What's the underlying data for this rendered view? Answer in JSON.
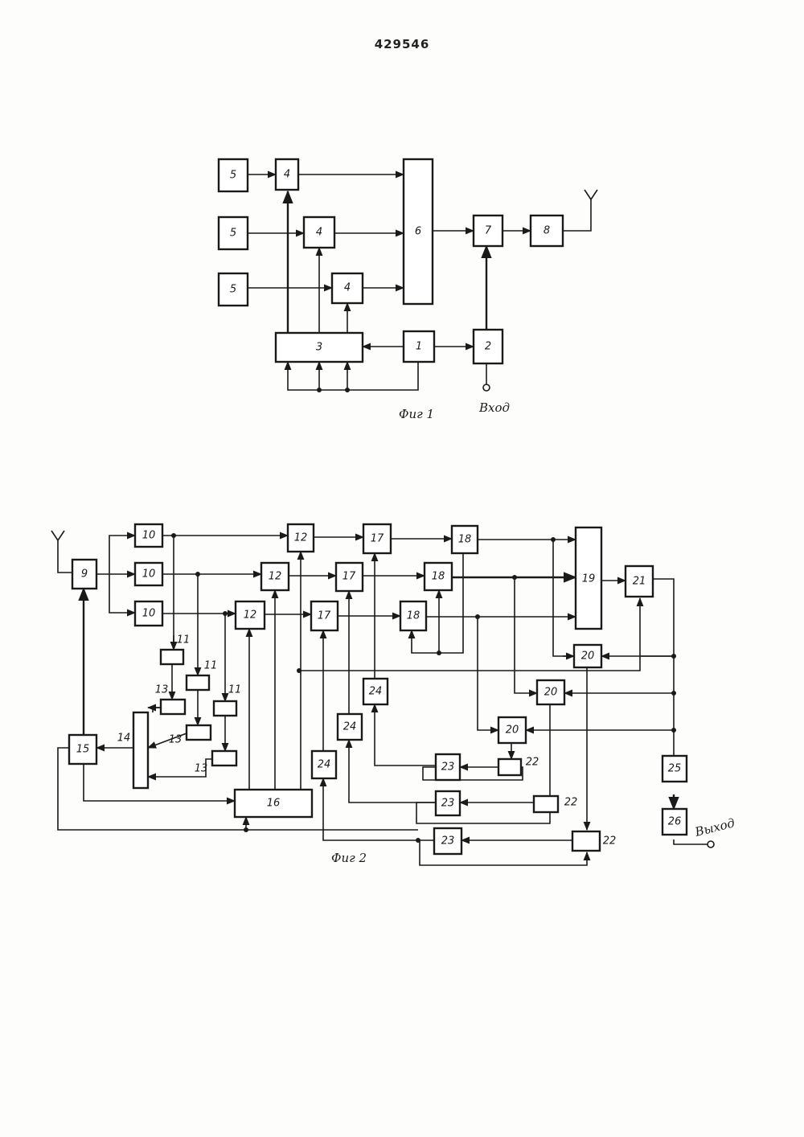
{
  "document": {
    "patent_number": "429546"
  },
  "figure1": {
    "caption": "Фиг 1",
    "input_label": "Вход",
    "blocks": {
      "b1": "1",
      "b2": "2",
      "b3": "3",
      "b4": "4",
      "b5": "5",
      "b6": "6",
      "b7": "7",
      "b8": "8"
    }
  },
  "figure2": {
    "caption": "Фиг 2",
    "output_label": "Выход",
    "blocks": {
      "b9": "9",
      "b10": "10",
      "b11": "11",
      "b12": "12",
      "b13": "13",
      "b14": "14",
      "b15": "15",
      "b16": "16",
      "b17": "17",
      "b18": "18",
      "b19": "19",
      "b20": "20",
      "b21": "21",
      "b22": "22",
      "b23": "23",
      "b24": "24",
      "b25": "25",
      "b26": "26"
    }
  }
}
